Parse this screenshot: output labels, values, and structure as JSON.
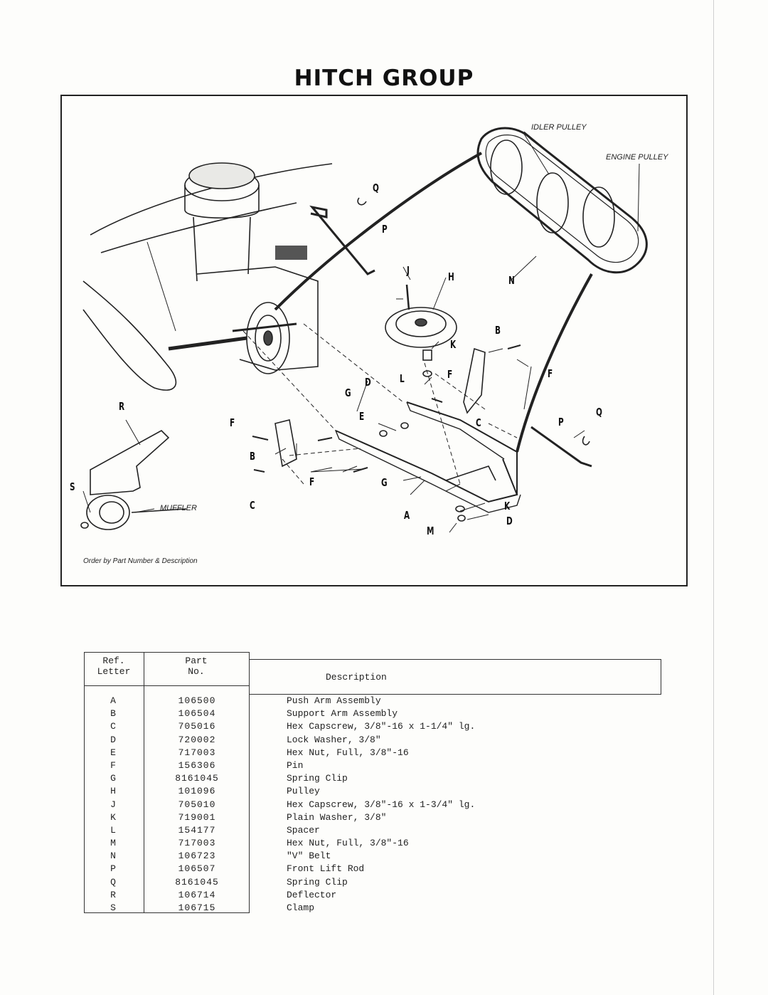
{
  "page": {
    "title": "HITCH GROUP"
  },
  "diagram": {
    "labels": {
      "idler_pulley": "IDLER PULLEY",
      "engine_pulley": "ENGINE PULLEY",
      "muffler": "MUFFLER",
      "Q1": "Q",
      "P1": "P",
      "J": "J",
      "H": "H",
      "N": "N",
      "B1": "B",
      "K1": "K",
      "F1": "F",
      "D1": "D",
      "L": "L",
      "G1": "G",
      "R": "R",
      "F2": "F",
      "E": "E",
      "C1": "C",
      "P2": "P",
      "Q2": "Q",
      "B2": "B",
      "F3": "F",
      "G2": "G",
      "S": "S",
      "C2": "C",
      "A": "A",
      "K2": "K",
      "D2": "D",
      "M": "M",
      "F4": "F"
    },
    "order_note": "Order by Part Number & Description"
  },
  "parts_table": {
    "headers": {
      "ref_line1": "Ref.",
      "ref_line2": "Letter",
      "part_line1": "Part",
      "part_line2": "No.",
      "description": "Description"
    },
    "rows": [
      {
        "ref": "A",
        "part": "106500",
        "desc": "Push Arm Assembly"
      },
      {
        "ref": "B",
        "part": "106504",
        "desc": "Support Arm Assembly"
      },
      {
        "ref": "C",
        "part": "705016",
        "desc": "Hex Capscrew, 3/8\"-16 x 1-1/4\" lg."
      },
      {
        "ref": "D",
        "part": "720002",
        "desc": "Lock Washer, 3/8\""
      },
      {
        "ref": "E",
        "part": "717003",
        "desc": "Hex Nut, Full, 3/8\"-16"
      },
      {
        "ref": "F",
        "part": "156306",
        "desc": "Pin"
      },
      {
        "ref": "G",
        "part": "8161045",
        "desc": "Spring Clip"
      },
      {
        "ref": "H",
        "part": "101096",
        "desc": "Pulley"
      },
      {
        "ref": "J",
        "part": "705010",
        "desc": "Hex Capscrew, 3/8\"-16 x 1-3/4\" lg."
      },
      {
        "ref": "K",
        "part": "719001",
        "desc": "Plain Washer, 3/8\""
      },
      {
        "ref": "L",
        "part": "154177",
        "desc": "Spacer"
      },
      {
        "ref": "M",
        "part": "717003",
        "desc": "Hex Nut, Full, 3/8\"-16"
      },
      {
        "ref": "N",
        "part": "106723",
        "desc": "\"V\" Belt"
      },
      {
        "ref": "P",
        "part": "106507",
        "desc": "Front Lift Rod"
      },
      {
        "ref": "Q",
        "part": "8161045",
        "desc": "Spring Clip"
      },
      {
        "ref": "R",
        "part": "106714",
        "desc": "Deflector"
      },
      {
        "ref": "S",
        "part": "106715",
        "desc": "Clamp"
      }
    ]
  }
}
